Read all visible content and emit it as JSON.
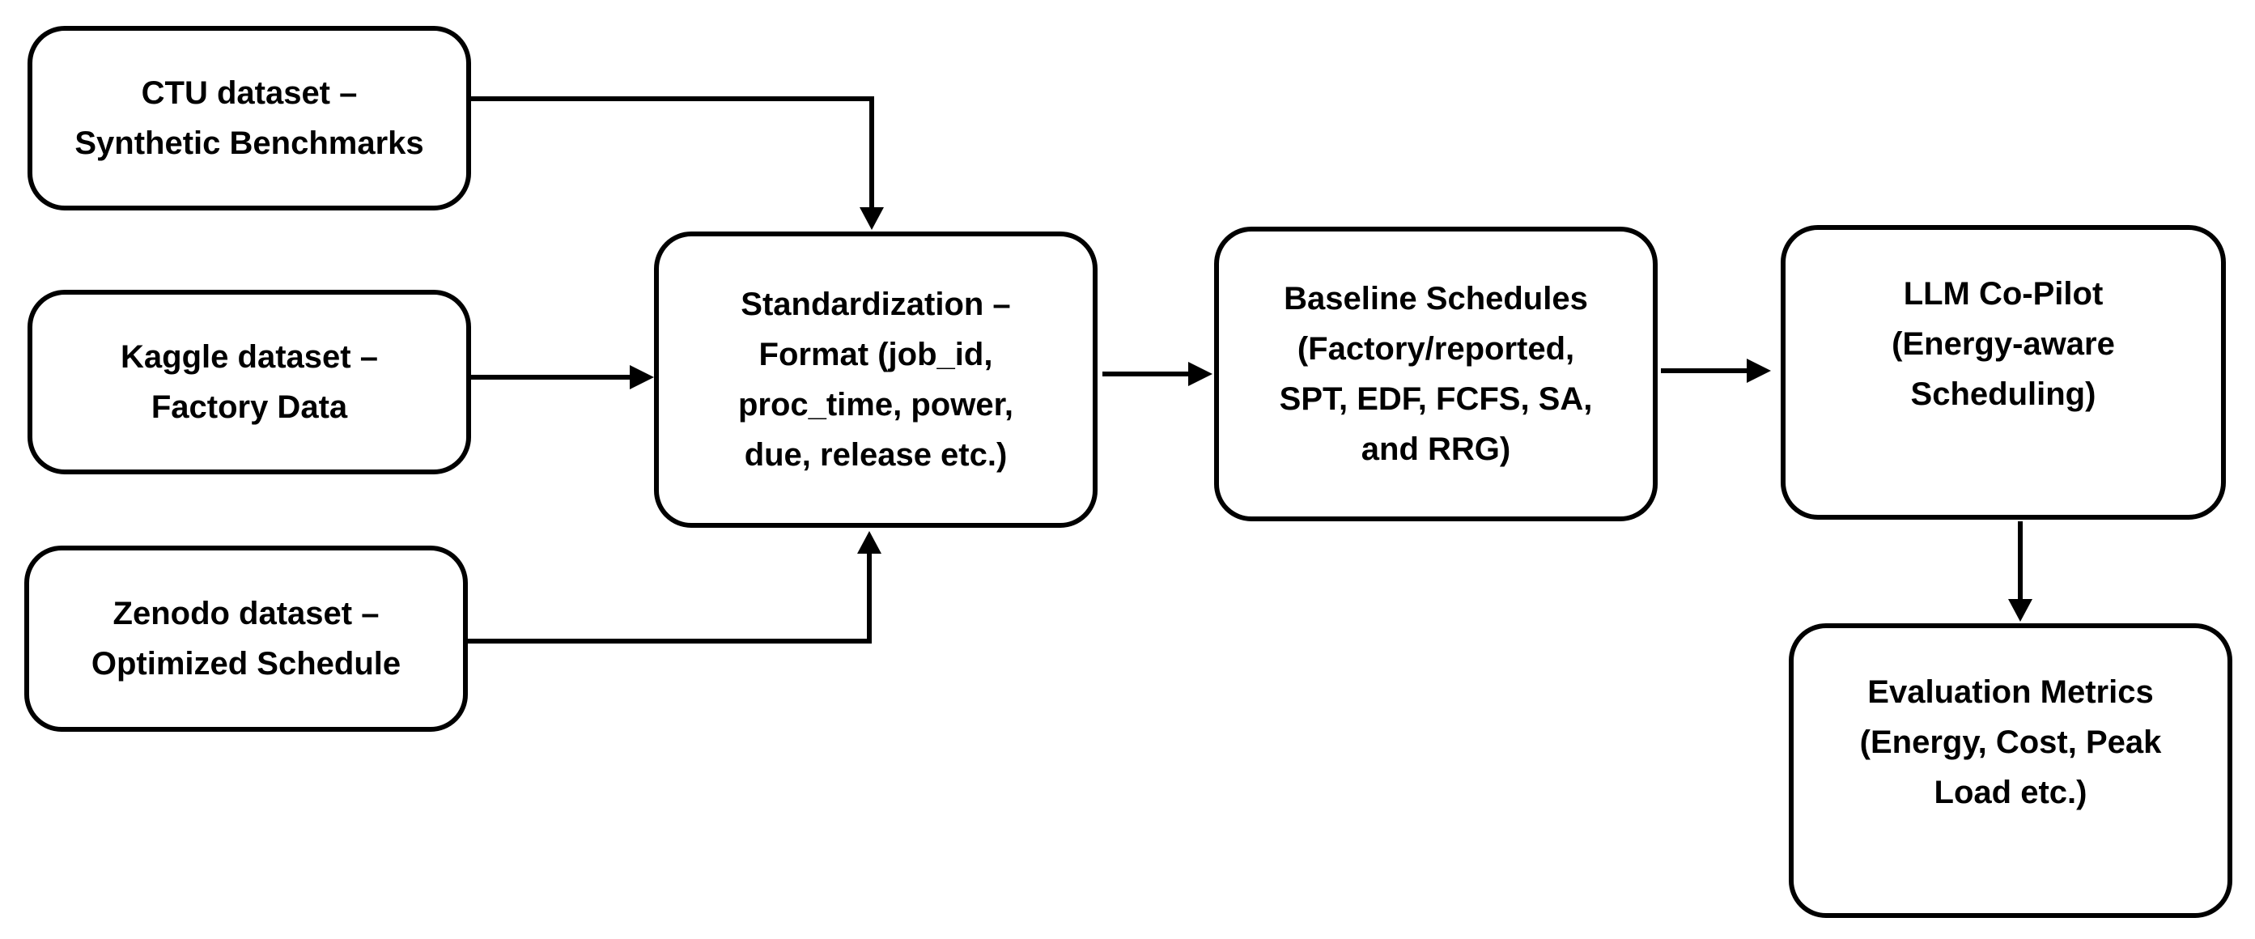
{
  "nodes": {
    "ctu": {
      "lines": [
        "CTU dataset –",
        "Synthetic Benchmarks"
      ]
    },
    "kaggle": {
      "lines": [
        "Kaggle dataset –",
        "Factory Data"
      ]
    },
    "zenodo": {
      "lines": [
        "Zenodo dataset –",
        "Optimized Schedule"
      ]
    },
    "standard": {
      "lines": [
        "Standardization –",
        "Format (job_id,",
        "proc_time, power,",
        "due, release etc.)"
      ]
    },
    "baseline": {
      "lines": [
        "Baseline Schedules",
        "(Factory/reported,",
        "SPT, EDF, FCFS, SA,",
        "and RRG)"
      ]
    },
    "llm": {
      "lines": [
        "LLM Co-Pilot",
        "(Energy-aware",
        "Scheduling)"
      ]
    },
    "metrics": {
      "lines": [
        "Evaluation Metrics",
        "(Energy, Cost, Peak",
        "Load etc.)"
      ]
    }
  },
  "edges": [
    {
      "from": "ctu",
      "to": "standard"
    },
    {
      "from": "kaggle",
      "to": "standard"
    },
    {
      "from": "zenodo",
      "to": "standard"
    },
    {
      "from": "standard",
      "to": "baseline"
    },
    {
      "from": "baseline",
      "to": "llm"
    },
    {
      "from": "llm",
      "to": "metrics"
    }
  ],
  "colors": {
    "stroke": "#000000",
    "background": "#ffffff"
  }
}
